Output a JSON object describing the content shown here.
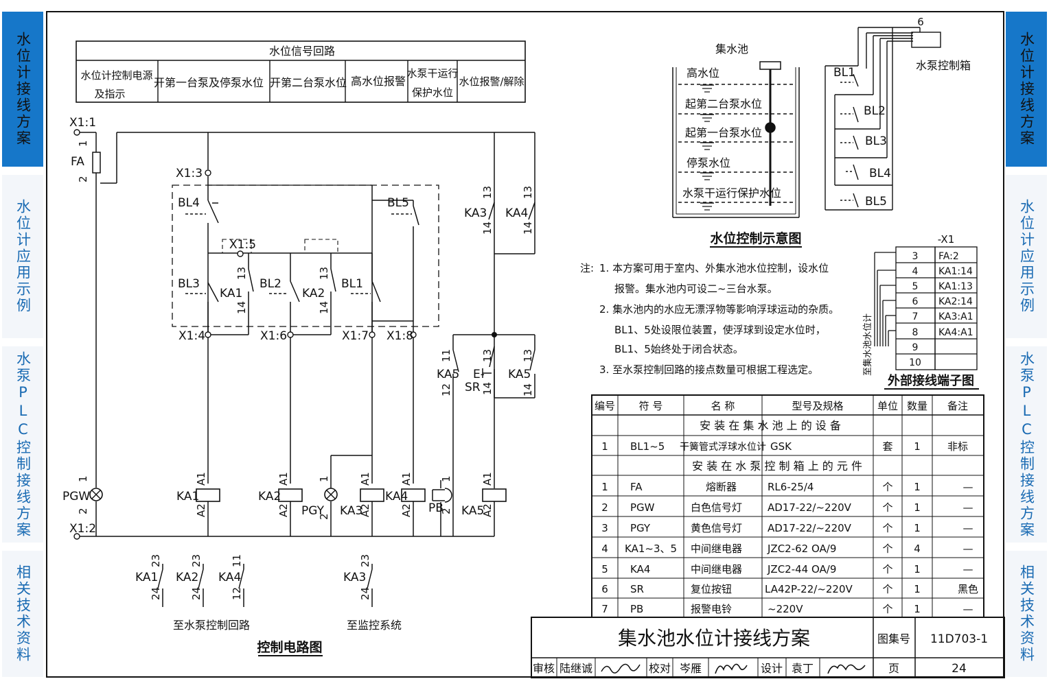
{
  "side_tabs": [
    {
      "label": "水位计接线方案",
      "active": true
    },
    {
      "label": "水位计应用示例",
      "active": false
    },
    {
      "label": "水泵PLC控制接线方案",
      "active": false
    },
    {
      "label": "相关技术资料",
      "active": false
    }
  ],
  "signal_table": {
    "header": "水位信号回路",
    "columns": [
      "水位计控制电源",
      "及指示",
      "开第一台泵及停泵水位",
      "开第二台泵水位",
      "高水位报警",
      "水泵干运行",
      "保护水位",
      "水位报警/解除"
    ]
  },
  "circuit": {
    "title": "控制电路图",
    "terminals": [
      "X1:1",
      "X1:2",
      "X1:3",
      "X1:4",
      "X1:5",
      "X1:6",
      "X1:7",
      "X1:8"
    ],
    "devices": [
      "FA",
      "PGW",
      "PGY",
      "PB",
      "SR",
      "E-",
      "KA1",
      "KA2",
      "KA3",
      "KA4",
      "KA5",
      "BL1",
      "BL2",
      "BL3",
      "BL4",
      "BL5"
    ],
    "pins": [
      "1",
      "2",
      "13",
      "14",
      "11",
      "12",
      "23",
      "24",
      "A1",
      "A2"
    ],
    "outputs": [
      "至水泵控制回路",
      "至监控系统"
    ]
  },
  "tank": {
    "caption_top": "集水池",
    "levels": [
      "高水位",
      "起第二台泵水位",
      "起第一台泵水位",
      "停泵水位",
      "水泵干运行保护水位"
    ],
    "title": "水位控制示意图"
  },
  "pumpbox": {
    "number": "6",
    "label": "水泵控制箱",
    "switches": [
      "BL1",
      "BL2",
      "BL3",
      "BL4",
      "BL5"
    ]
  },
  "notes": {
    "prefix": "注:",
    "lines": [
      "1. 本方案可用于室内、外集水池水位控制，设水位",
      "报警。集水池内可设二~三台水泵。",
      "2. 集水池内的水应无漂浮物等影响浮球运动的杂质。",
      "BL1、5处设限位装置，使浮球到设定水位时，",
      "BL1、5始终处于闭合状态。",
      "3. 至水泵控制回路的接点数量可根据工程选定。"
    ]
  },
  "terminal_block": {
    "label": "-X1",
    "side_label": "至集水池水位计",
    "rows": [
      [
        "3",
        "FA:2"
      ],
      [
        "4",
        "KA1:14"
      ],
      [
        "5",
        "KA1:13"
      ],
      [
        "6",
        "KA2:14"
      ],
      [
        "7",
        "KA3:A1"
      ],
      [
        "8",
        "KA4:A1"
      ],
      [
        "9",
        ""
      ],
      [
        "10",
        ""
      ]
    ],
    "title": "外部接线端子图"
  },
  "equipment_table": {
    "headers": [
      "编号",
      "符 号",
      "名 称",
      "型号及规格",
      "单位",
      "数量",
      "备注"
    ],
    "section1": "安 装 在 集 水 池 上 的 设 备",
    "section2": "安 装 在 水 泵 控 制 箱 上 的 元 件",
    "rows1": [
      [
        "1",
        "BL1~5",
        "干簧管式浮球水位计",
        "GSK",
        "套",
        "1",
        "非标"
      ]
    ],
    "rows2": [
      [
        "1",
        "FA",
        "熔断器",
        "RL6-25/4",
        "个",
        "1",
        "—"
      ],
      [
        "2",
        "PGW",
        "白色信号灯",
        "AD17-22/~220V",
        "个",
        "1",
        "—"
      ],
      [
        "3",
        "PGY",
        "黄色信号灯",
        "AD17-22/~220V",
        "个",
        "1",
        "—"
      ],
      [
        "4",
        "KA1~3、5",
        "中间继电器",
        "JZC2-62 OA/9",
        "个",
        "4",
        "—"
      ],
      [
        "5",
        "KA4",
        "中间继电器",
        "JZC2-44 OA/9",
        "个",
        "1",
        "—"
      ],
      [
        "6",
        "SR",
        "复位按钮",
        "LA42P-22/~220V",
        "个",
        "1",
        "黑色"
      ],
      [
        "7",
        "PB",
        "报警电铃",
        "~220V",
        "个",
        "1",
        "—"
      ]
    ]
  },
  "title_block": {
    "title": "集水池水位计接线方案",
    "atlas_label": "图集号",
    "atlas_no": "11D703-1",
    "review_label": "审核",
    "review_name": "陆继诚",
    "check_label": "校对",
    "check_name": "岑雁",
    "design_label": "设计",
    "design_name": "袁丁",
    "page_label": "页",
    "page_no": "24"
  }
}
